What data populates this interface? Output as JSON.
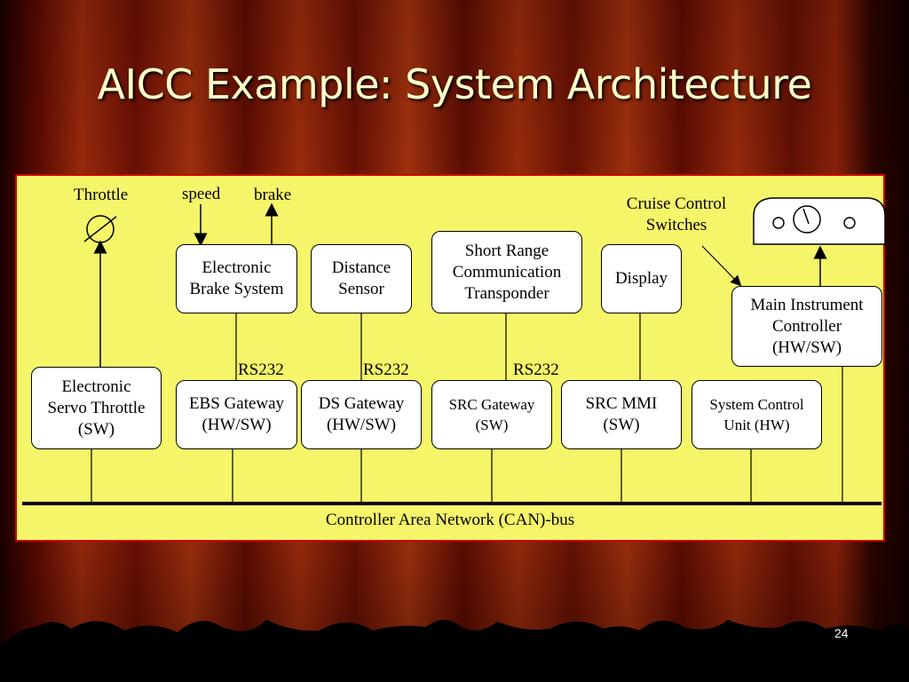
{
  "slide": {
    "title": "AICC Example: System Architecture",
    "page_number": "24"
  },
  "labels": {
    "throttle": "Throttle",
    "speed": "speed",
    "brake": "brake",
    "cruise_l1": "Cruise Control",
    "cruise_l2": "Switches",
    "rs232_a": "RS232",
    "rs232_b": "RS232",
    "rs232_c": "RS232",
    "can_bus": "Controller Area Network (CAN)-bus"
  },
  "top_boxes": {
    "ebs": {
      "l1": "Electronic",
      "l2": "Brake System"
    },
    "distance": {
      "l1": "Distance",
      "l2": "Sensor"
    },
    "src": {
      "l1": "Short Range",
      "l2": "Communication",
      "l3": "Transponder"
    },
    "display": {
      "l1": "Display"
    },
    "mic": {
      "l1": "Main Instrument",
      "l2": "Controller",
      "l3": "(HW/SW)"
    }
  },
  "bottom_boxes": {
    "servo": {
      "l1": "Electronic",
      "l2": "Servo Throttle",
      "l3": "(SW)"
    },
    "ebs_gw": {
      "l1": "EBS Gateway",
      "l2": "(HW/SW)"
    },
    "ds_gw": {
      "l1": "DS Gateway",
      "l2": "(HW/SW)"
    },
    "src_gw": {
      "l1": "SRC Gateway",
      "l2": "(SW)"
    },
    "src_mmi": {
      "l1": "SRC MMI",
      "l2": "(SW)"
    },
    "scu": {
      "l1": "System Control",
      "l2": "Unit (HW)"
    }
  },
  "colors": {
    "panel": "#f5f56a",
    "panel_border": "#c80000",
    "title": "#ffffc8"
  }
}
